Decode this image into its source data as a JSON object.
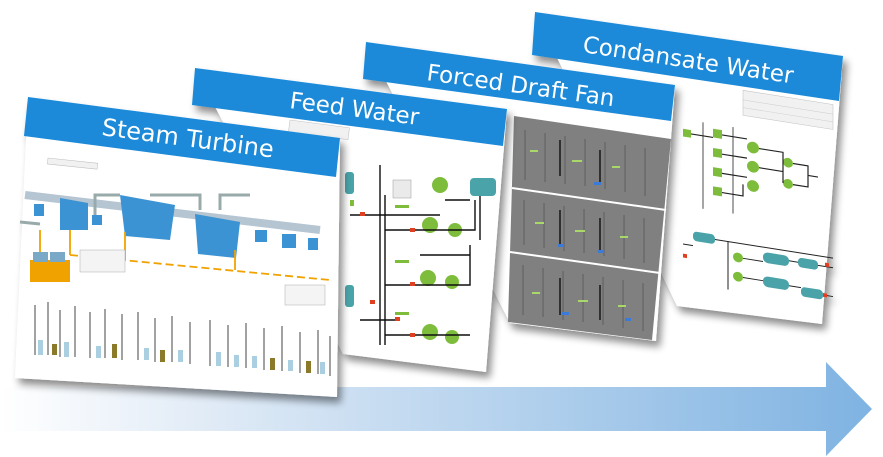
{
  "panels": [
    {
      "id": "condensate",
      "title": "Condansate Water"
    },
    {
      "id": "forced_draft",
      "title": "Forced Draft Fan"
    },
    {
      "id": "feed_water",
      "title": "Feed Water"
    },
    {
      "id": "steam_turbine",
      "title": "Steam Turbine"
    }
  ],
  "colors": {
    "header": "#1a8ad8",
    "arrow": "#8fbde6",
    "green_component": "#7dbd3b",
    "teal_component": "#4aa3a8",
    "turbine_blue": "#3a93d3",
    "dark_panel": "#808080",
    "orange": "#f0a200"
  }
}
